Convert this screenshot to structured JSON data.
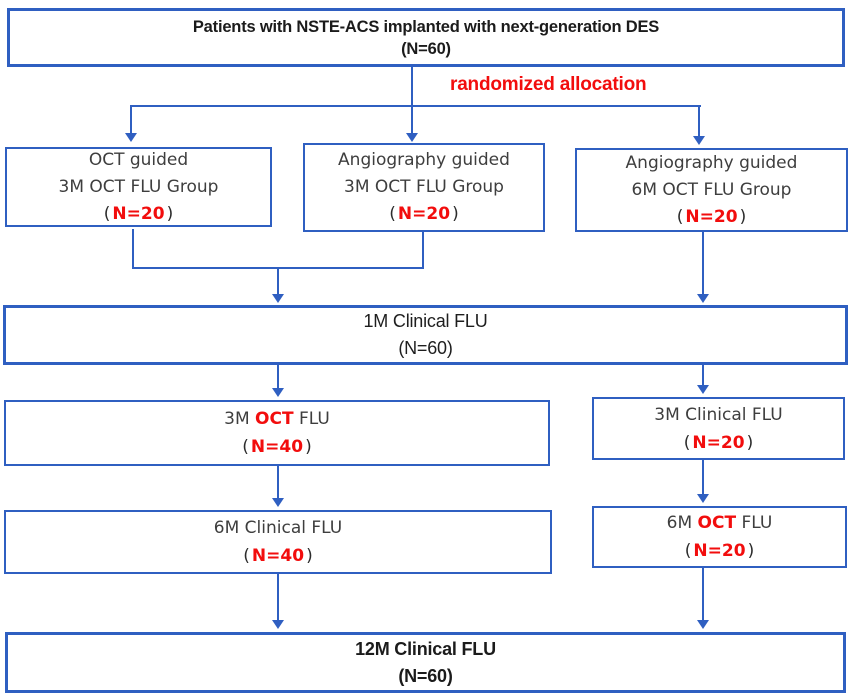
{
  "diagram": {
    "title": "NSTE-ACS OCT follow-up randomization flowchart",
    "allocation_label": "randomized allocation",
    "colors": {
      "line_blue": "#2f5fc1",
      "accent_red": "#f20d0d",
      "text_dark": "#1b1b1b",
      "text_gray": "#3e3e3e"
    },
    "nodes": {
      "top": {
        "line1": "Patients with NSTE-ACS implanted with next-generation DES",
        "n": "(N=60)"
      },
      "group_oct_3m": {
        "line1": "OCT guided",
        "line2": "3M OCT FLU Group",
        "paren_open": "(",
        "n": "N=20",
        "paren_close": ")"
      },
      "group_angio_3m": {
        "line1": "Angiography guided",
        "line2": "3M OCT FLU Group",
        "paren_open": "(",
        "n": "N=20",
        "paren_close": ")"
      },
      "group_angio_6m": {
        "line1": "Angiography guided",
        "line2": "6M OCT FLU Group",
        "paren_open": "(",
        "n": "N=20",
        "paren_close": ")"
      },
      "flu_1m": {
        "line1": "1M Clinical FLU",
        "n": "(N=60)"
      },
      "flu_3m_oct": {
        "pre": "3M ",
        "red": "OCT",
        "post": " FLU",
        "paren_open": "(",
        "n": "N=40",
        "paren_close": ")"
      },
      "flu_3m_clinical": {
        "line1": "3M Clinical FLU",
        "paren_open": "(",
        "n": "N=20",
        "paren_close": ")"
      },
      "flu_6m_clinical": {
        "line1": "6M Clinical FLU",
        "paren_open": "(",
        "n": "N=40",
        "paren_close": ")"
      },
      "flu_6m_oct": {
        "pre": "6M ",
        "red": "OCT",
        "post": " FLU",
        "paren_open": "(",
        "n": "N=20",
        "paren_close": ")"
      },
      "flu_12m": {
        "line1": "12M Clinical FLU",
        "n": "(N=60)"
      }
    }
  }
}
